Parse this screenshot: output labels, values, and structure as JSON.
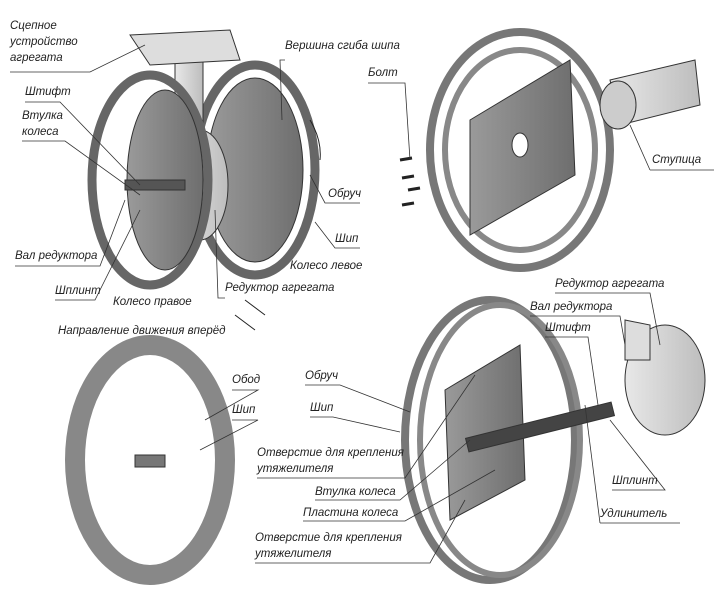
{
  "top_left": {
    "hitch": "Сцепное\nустройство\nагрегата",
    "pin": "Штифт",
    "wheel_hub": "Втулка\nколеса",
    "lug_bend_apex": "Вершина сгиба шипа",
    "hoop": "Обруч",
    "lug": "Шип",
    "left_wheel": "Колесо левое",
    "gearbox_shaft": "Вал редуктора",
    "cotter_pin": "Шплинт",
    "right_wheel": "Колесо правое",
    "gearbox": "Редуктор агрегата",
    "forward_direction": "Направление движения вперёд"
  },
  "top_right": {
    "bolt": "Болт",
    "hub": "Ступица"
  },
  "bottom_left": {
    "rim": "Обод",
    "lug": "Шип"
  },
  "bottom_right": {
    "gearbox": "Редуктор агрегата",
    "gearbox_shaft": "Вал редуктора",
    "pin": "Штифт",
    "hoop": "Обруч",
    "lug": "Шип",
    "weight_hole_1": "Отверстие для крепления\nутяжелителя",
    "wheel_hub": "Втулка колеса",
    "wheel_plate": "Пластина колеса",
    "weight_hole_2": "Отверстие для крепления\nутяжелителя",
    "cotter_pin": "Шплинт",
    "extension": "Удлинитель"
  }
}
